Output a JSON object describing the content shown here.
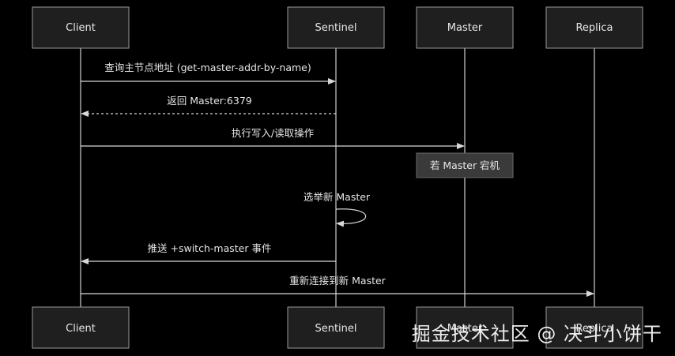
{
  "actors": [
    {
      "id": "client",
      "label": "Client"
    },
    {
      "id": "sentinel",
      "label": "Sentinel"
    },
    {
      "id": "master",
      "label": "Master"
    },
    {
      "id": "replica",
      "label": "Replica"
    }
  ],
  "messages": [
    {
      "from": "client",
      "to": "sentinel",
      "label": "查询主节点地址 (get-master-addr-by-name)",
      "style": "solid"
    },
    {
      "from": "sentinel",
      "to": "client",
      "label": "返回 Master:6379",
      "style": "dashed"
    },
    {
      "from": "client",
      "to": "master",
      "label": "执行写入/读取操作",
      "style": "solid"
    },
    {
      "from": "sentinel",
      "to": "sentinel",
      "label": "选举新 Master",
      "style": "solid"
    },
    {
      "from": "sentinel",
      "to": "client",
      "label": "推送 +switch-master 事件",
      "style": "solid"
    },
    {
      "from": "client",
      "to": "replica",
      "label": "重新连接到新 Master",
      "style": "solid"
    }
  ],
  "note": {
    "over": "master",
    "label": "若 Master 宕机"
  },
  "watermark": "掘金技术社区 @ 决斗小饼干",
  "colors": {
    "background": "#000000",
    "actor_fill": "#1f1f1f",
    "note_fill": "#3a3a3a",
    "line": "#d8d8d8"
  }
}
